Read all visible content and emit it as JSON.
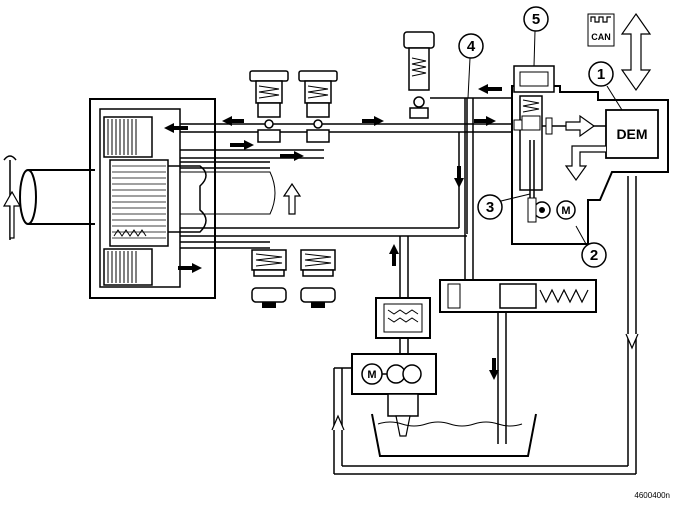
{
  "labels": {
    "dem": "DEM",
    "motor_pump": "M",
    "motor_valve": "M",
    "can": "CAN",
    "figure_ref": "4600400n"
  },
  "callouts": [
    "1",
    "2",
    "3",
    "4",
    "5"
  ],
  "colors": {
    "line": "#000000",
    "fill_light": "#ffffff",
    "fill_dark": "#000000",
    "fill_grey": "#cccccc"
  }
}
